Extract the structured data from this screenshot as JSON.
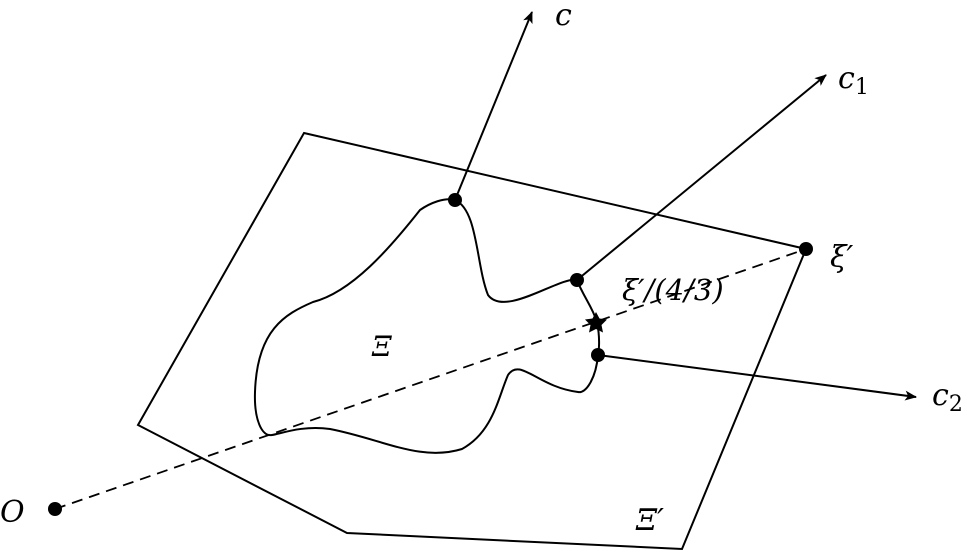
{
  "labels": {
    "origin": "O",
    "c": "c",
    "c1_base": "c",
    "c1_sub": "1",
    "c2_base": "c",
    "c2_sub": "2",
    "xi_prime": "ξ′",
    "xi_scaled": "ξ′/(4/3)",
    "region": "Ξ",
    "polygon": "Ξ′"
  }
}
